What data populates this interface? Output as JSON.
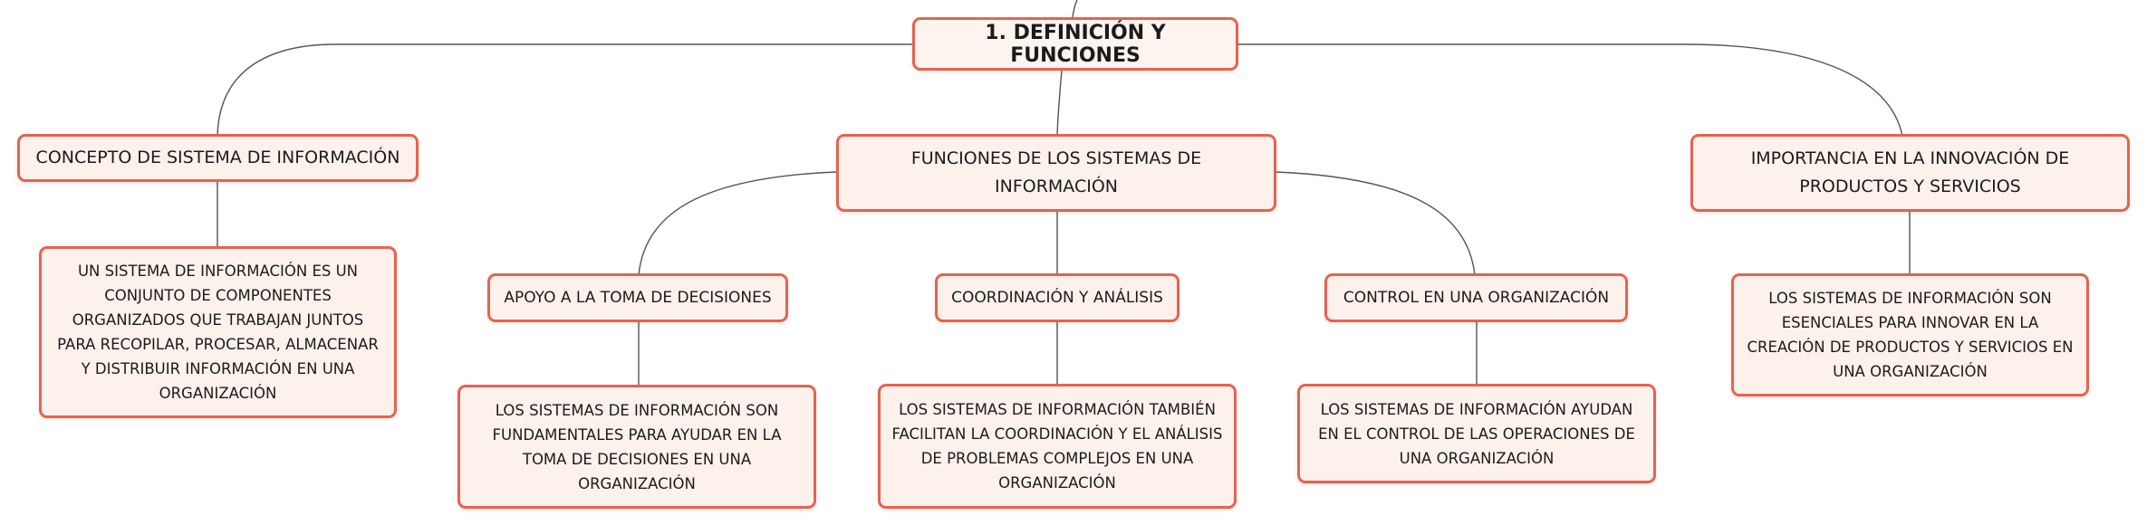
{
  "colors": {
    "node_border": "#e8624e",
    "node_fill": "#fdf1ec",
    "connector": "#555555",
    "text": "#1b1b1b"
  },
  "root": {
    "label": "1. DEFINICIÓN Y FUNCIONES"
  },
  "concepto": {
    "label": "CONCEPTO DE SISTEMA DE INFORMACIÓN",
    "detail": "UN SISTEMA DE INFORMACIÓN ES UN CONJUNTO DE COMPONENTES ORGANIZADOS QUE TRABAJAN JUNTOS PARA RECOPILAR, PROCESAR, ALMACENAR Y DISTRIBUIR INFORMACIÓN EN UNA ORGANIZACIÓN"
  },
  "funciones": {
    "label": "FUNCIONES DE LOS SISTEMAS DE INFORMACIÓN",
    "apoyo": {
      "label": "APOYO A LA TOMA DE DECISIONES",
      "detail": "LOS SISTEMAS DE INFORMACIÓN SON FUNDAMENTALES PARA AYUDAR EN LA TOMA DE DECISIONES EN UNA ORGANIZACIÓN"
    },
    "coordinacion": {
      "label": "COORDINACIÓN Y ANÁLISIS",
      "detail": "LOS SISTEMAS DE INFORMACIÓN TAMBIÉN FACILITAN LA COORDINACIÓN Y EL ANÁLISIS DE PROBLEMAS COMPLEJOS EN UNA ORGANIZACIÓN"
    },
    "control": {
      "label": "CONTROL EN UNA ORGANIZACIÓN",
      "detail": "LOS SISTEMAS DE INFORMACIÓN AYUDAN EN EL CONTROL DE LAS OPERACIONES DE UNA ORGANIZACIÓN"
    }
  },
  "importancia": {
    "label": "IMPORTANCIA EN LA INNOVACIÓN DE PRODUCTOS Y SERVICIOS",
    "detail": "LOS SISTEMAS DE INFORMACIÓN SON ESENCIALES PARA INNOVAR EN LA CREACIÓN DE PRODUCTOS Y SERVICIOS EN UNA ORGANIZACIÓN"
  }
}
